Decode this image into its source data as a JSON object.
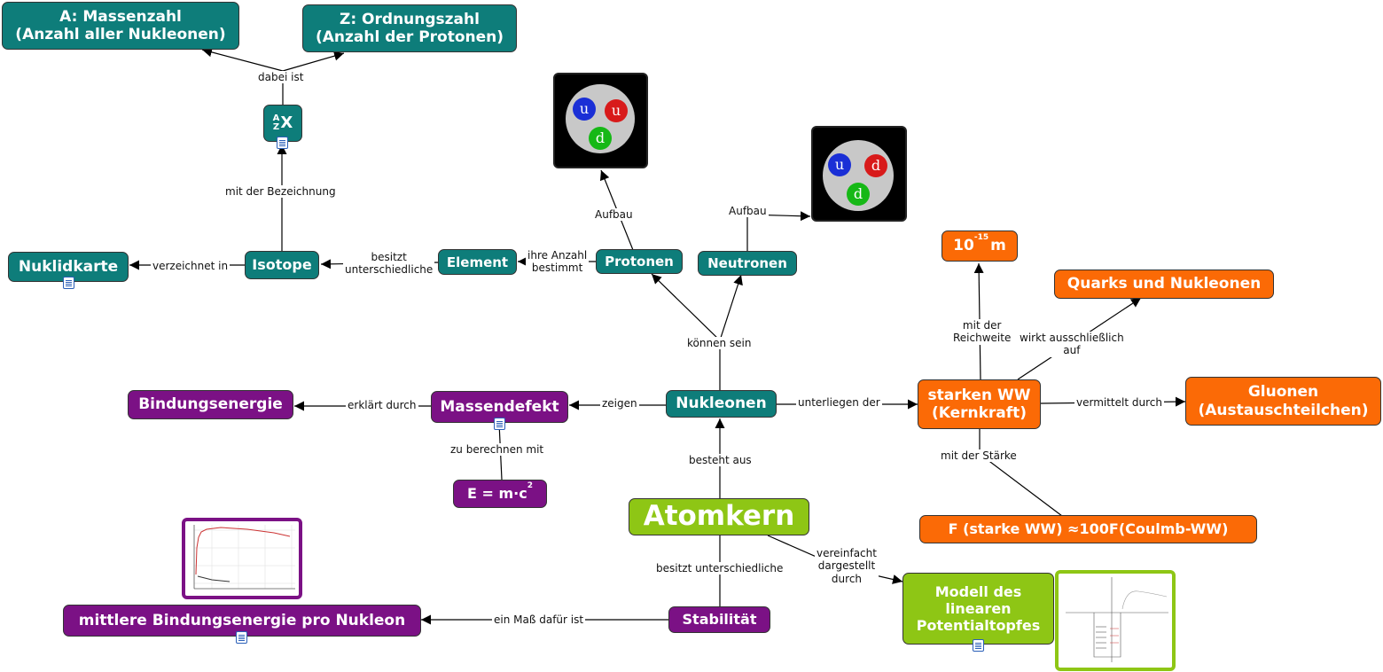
{
  "nodes": {
    "massenzahl": [
      "A: Massenzahl",
      "(Anzahl aller Nukleonen)"
    ],
    "ordnungszahl": [
      "Z: Ordnungszahl",
      "(Anzahl der Protonen)"
    ],
    "symbol": {
      "mass": "A",
      "atomic": "Z",
      "letter": "X"
    },
    "nuklidkarte": "Nuklidkarte",
    "isotope": "Isotope",
    "element": "Element",
    "protonen": "Protonen",
    "neutronen": "Neutronen",
    "nukleonen": "Nukleonen",
    "massendefekt": "Massendefekt",
    "bindungsenergie": "Bindungsenergie",
    "formel": {
      "text": "E = m·c",
      "exp": "2"
    },
    "atomkern": "Atomkern",
    "stabilitaet": "Stabilität",
    "mittlere": "mittlere Bindungsenergie pro Nukleon",
    "starke_ww": [
      "starken WW",
      "(Kernkraft)"
    ],
    "reichweite": {
      "base": "10",
      "exp": "-15",
      "unit": "m"
    },
    "quarks_nukleonen": "Quarks und Nukleonen",
    "gluonen": [
      "Gluonen",
      "(Austauschteilchen)"
    ],
    "staerke": "F (starke WW) ≈100F(Coulmb-WW)",
    "potentialtopf": [
      "Modell des",
      "linearen",
      "Potentialtopfes"
    ]
  },
  "links": {
    "dabei_ist": "dabei ist",
    "mit_der_bezeichnung": "mit der Bezeichnung",
    "verzeichnet_in": "verzeichnet in",
    "besitzt_unterschiedliche": [
      "besitzt",
      "unterschiedliche"
    ],
    "ihre_anzahl": [
      "ihre Anzahl",
      "bestimmt"
    ],
    "aufbau_p": "Aufbau",
    "aufbau_n": "Aufbau",
    "koennen_sein": "können sein",
    "zeigen": "zeigen",
    "erklaert_durch": "erklärt durch",
    "zu_berechnen": "zu berechnen mit",
    "besteht_aus": "besteht aus",
    "unterliegen_der": "unterliegen der",
    "mit_der_reichweite": [
      "mit der",
      "Reichweite"
    ],
    "wirkt_ausschliesslich": [
      "wirkt ausschließlich",
      "auf"
    ],
    "vermittelt_durch": "vermittelt durch",
    "mit_der_staerke": "mit der Stärke",
    "besitzt_unterschiedliche_2": "besitzt unterschiedliche",
    "ein_mass": "ein Maß dafür ist",
    "vereinfacht": [
      "vereinfacht",
      "dargestellt",
      "durch"
    ]
  },
  "quarks": {
    "proton": [
      "u",
      "u",
      "d"
    ],
    "neutron": [
      "u",
      "d",
      "d"
    ]
  },
  "colors": {
    "teal": "#0e7d7a",
    "purple": "#7b1185",
    "orange": "#fb6a06",
    "green": "#8ec615",
    "quark_blue": "#1a2fd6",
    "quark_red": "#d81a1a",
    "quark_green": "#16b816"
  }
}
